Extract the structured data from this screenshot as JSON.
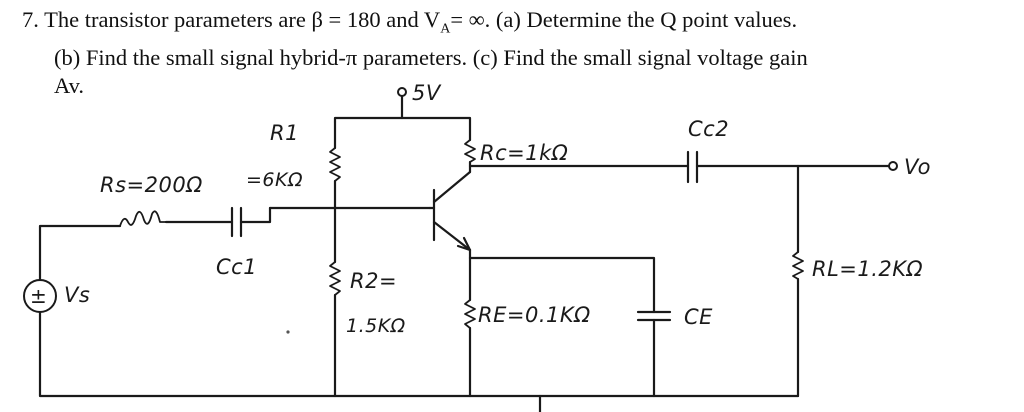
{
  "problem": {
    "line1": "7. The transistor parameters are β = 180 and V",
    "line1_sub": "A",
    "line1_rest": "= ∞. (a) Determine the Q point values.",
    "line2": "(b) Find the small signal hybrid-π parameters. (c) Find the small signal voltage gain",
    "line3": "Av."
  },
  "circuit": {
    "supply_label": "5V",
    "rs_label": "Rs=200Ω",
    "r1_label": "R1",
    "r1_value": "=6KΩ",
    "cc1_label": "Cc1",
    "vs_label": "Vs",
    "vs_symbol": "±",
    "r2_label": "R2=",
    "r2_value": "1.5KΩ",
    "rc_label": "Rc=1kΩ",
    "re_label": "RE=0.1KΩ",
    "ce_label": "CE",
    "cc2_label": "Cc2",
    "vo_label": "Vo",
    "rl_label": "RL=1.2KΩ"
  }
}
